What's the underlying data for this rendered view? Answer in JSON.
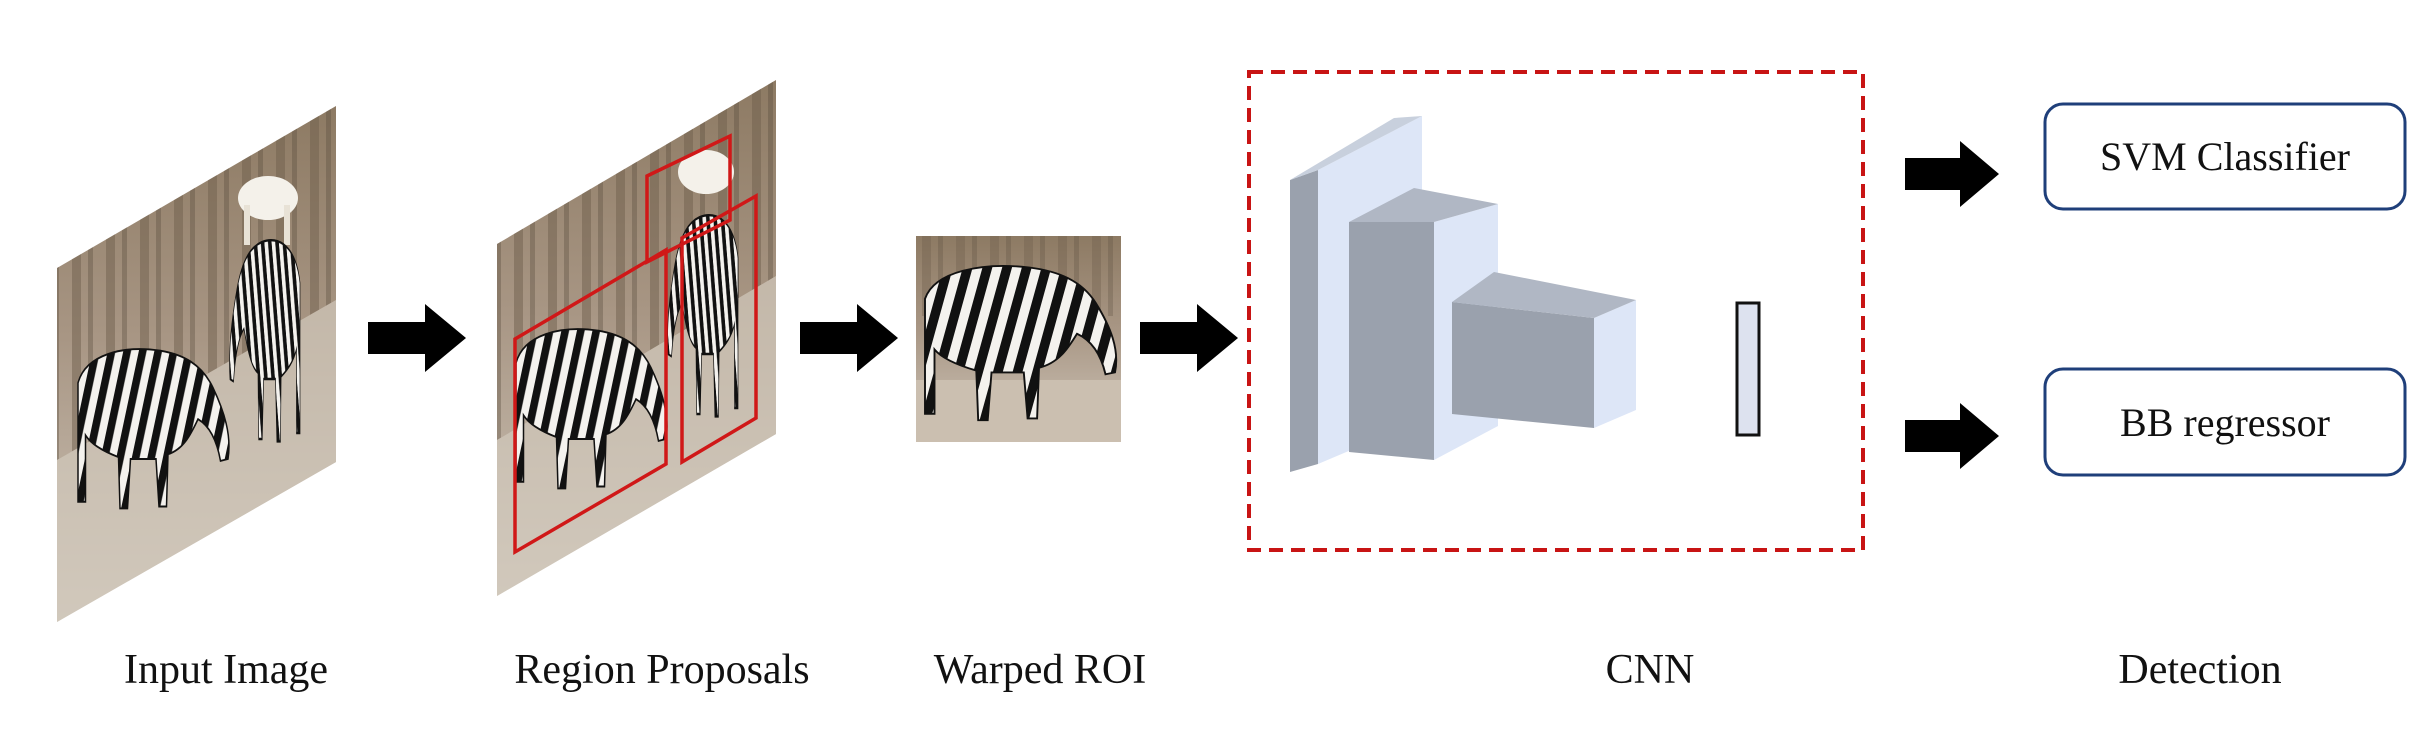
{
  "stages": {
    "input_image": "Input Image",
    "region_proposals": "Region Proposals",
    "warped_roi": "Warped ROI",
    "cnn": "CNN",
    "detection": "Detection"
  },
  "outputs": {
    "svm": "SVM Classifier",
    "bb": "BB regressor"
  },
  "colors": {
    "proposal_box": "#d01818",
    "cnn_dashed_border": "#c81414",
    "output_box_border": "#1f3f7a",
    "arrow": "#000000",
    "layer_front": "#9aa1ad",
    "layer_side": "#dde6f7",
    "layer_top": "#c8d0dd"
  }
}
